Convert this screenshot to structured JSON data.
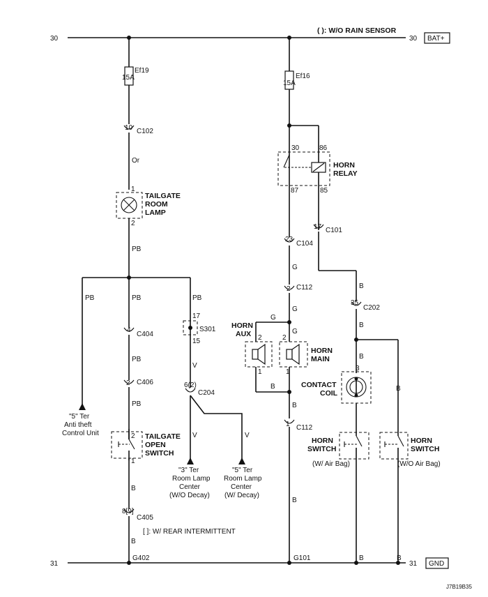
{
  "header": {
    "rail_top_left": "30",
    "rail_top_right": "30",
    "legend_rain": "( ): W/O RAIN SENSOR",
    "bat_label": "BAT+",
    "rail_bottom_left": "31",
    "rail_bottom_right": "31",
    "gnd_label": "GND",
    "diagram_code": "J7B19B35"
  },
  "left": {
    "fuse_name": "Ef19",
    "fuse_rating": "15A",
    "c102_pin": "10",
    "c102": "C102",
    "wire_or": "Or",
    "lamp_pin1": "1",
    "lamp_title1": "TAILGATE",
    "lamp_title2": "ROOM",
    "lamp_title3": "LAMP",
    "lamp_pin2": "2",
    "wire_pb_1": "PB",
    "wire_pb_left": "PB",
    "wire_pb_mid": "PB",
    "wire_pb_right": "PB",
    "c404_pin": "4",
    "c404": "C404",
    "wire_pb_2": "PB",
    "c406_pin": "2",
    "c406": "C406",
    "wire_pb_3": "PB",
    "s301_pin_a": "17",
    "s301": "S301",
    "s301_pin_b": "15",
    "wire_v_1": "V",
    "c204_pin": "6(2)",
    "c204": "C204",
    "wire_v_2": "V",
    "wire_v_3": "V",
    "antitheft_1": "\"5\" Ter",
    "antitheft_2": "Anti theft",
    "antitheft_3": "Control Unit",
    "sw_pin2": "2",
    "sw_title1": "TAILGATE",
    "sw_title2": "OPEN",
    "sw_title3": "SWITCH",
    "sw_pin1": "1",
    "ter3_1": "\"3\" Ter",
    "ter3_2": "Room Lamp",
    "ter3_3": "Center",
    "ter3_4": "(W/O Decay)",
    "ter5_1": "\"5\" Ter",
    "ter5_2": "Room Lamp",
    "ter5_3": "Center",
    "ter5_4": "(W/ Decay)",
    "wire_b_1": "B",
    "c405_pin": "8[9]",
    "c405": "C405",
    "wire_b_2": "B",
    "legend_rear": "[ ]: W/ REAR INTERMITTENT",
    "g402": "G402"
  },
  "right": {
    "fuse_name": "Ef16",
    "fuse_rating": "15A",
    "relay_pin30": "30",
    "relay_pin86": "86",
    "relay_title1": "HORN",
    "relay_title2": "RELAY",
    "relay_pin87": "87",
    "relay_pin85": "85",
    "c101_pin": "17",
    "c101": "C101",
    "c104_pin": "23",
    "c104": "C104",
    "wire_g_1": "G",
    "wire_b_85": "B",
    "c112_pin_top": "2",
    "c112_top": "C112",
    "wire_g_2": "G",
    "c202_pin": "35",
    "c202": "C202",
    "wire_g_aux": "G",
    "horn_aux1": "HORN",
    "horn_aux2": "AUX",
    "wire_g_main": "G",
    "wire_b_c202": "B",
    "aux_pin2": "2",
    "main_pin2": "2",
    "horn_main1": "HORN",
    "horn_main2": "MAIN",
    "wire_b_coil": "B",
    "aux_pin1": "1",
    "main_pin1": "1",
    "wire_b_hornbot": "B",
    "coil_pin3": "3",
    "coil_title1": "CONTACT",
    "coil_title2": "COIL",
    "wire_b_woab": "B",
    "wire_b_c112": "B",
    "c112_pin_bot": "1",
    "c112_bot": "C112",
    "hs_ab_title1": "HORN",
    "hs_ab_title2": "SWITCH",
    "hs_ab_note": "(W/ Air Bag)",
    "hs_woab_title1": "HORN",
    "hs_woab_title2": "SWITCH",
    "hs_woab_note": "(W/O Air Bag)",
    "wire_b_g101": "B",
    "g101": "G101",
    "wire_b_gnd1": "B",
    "wire_b_gnd2": "B"
  }
}
